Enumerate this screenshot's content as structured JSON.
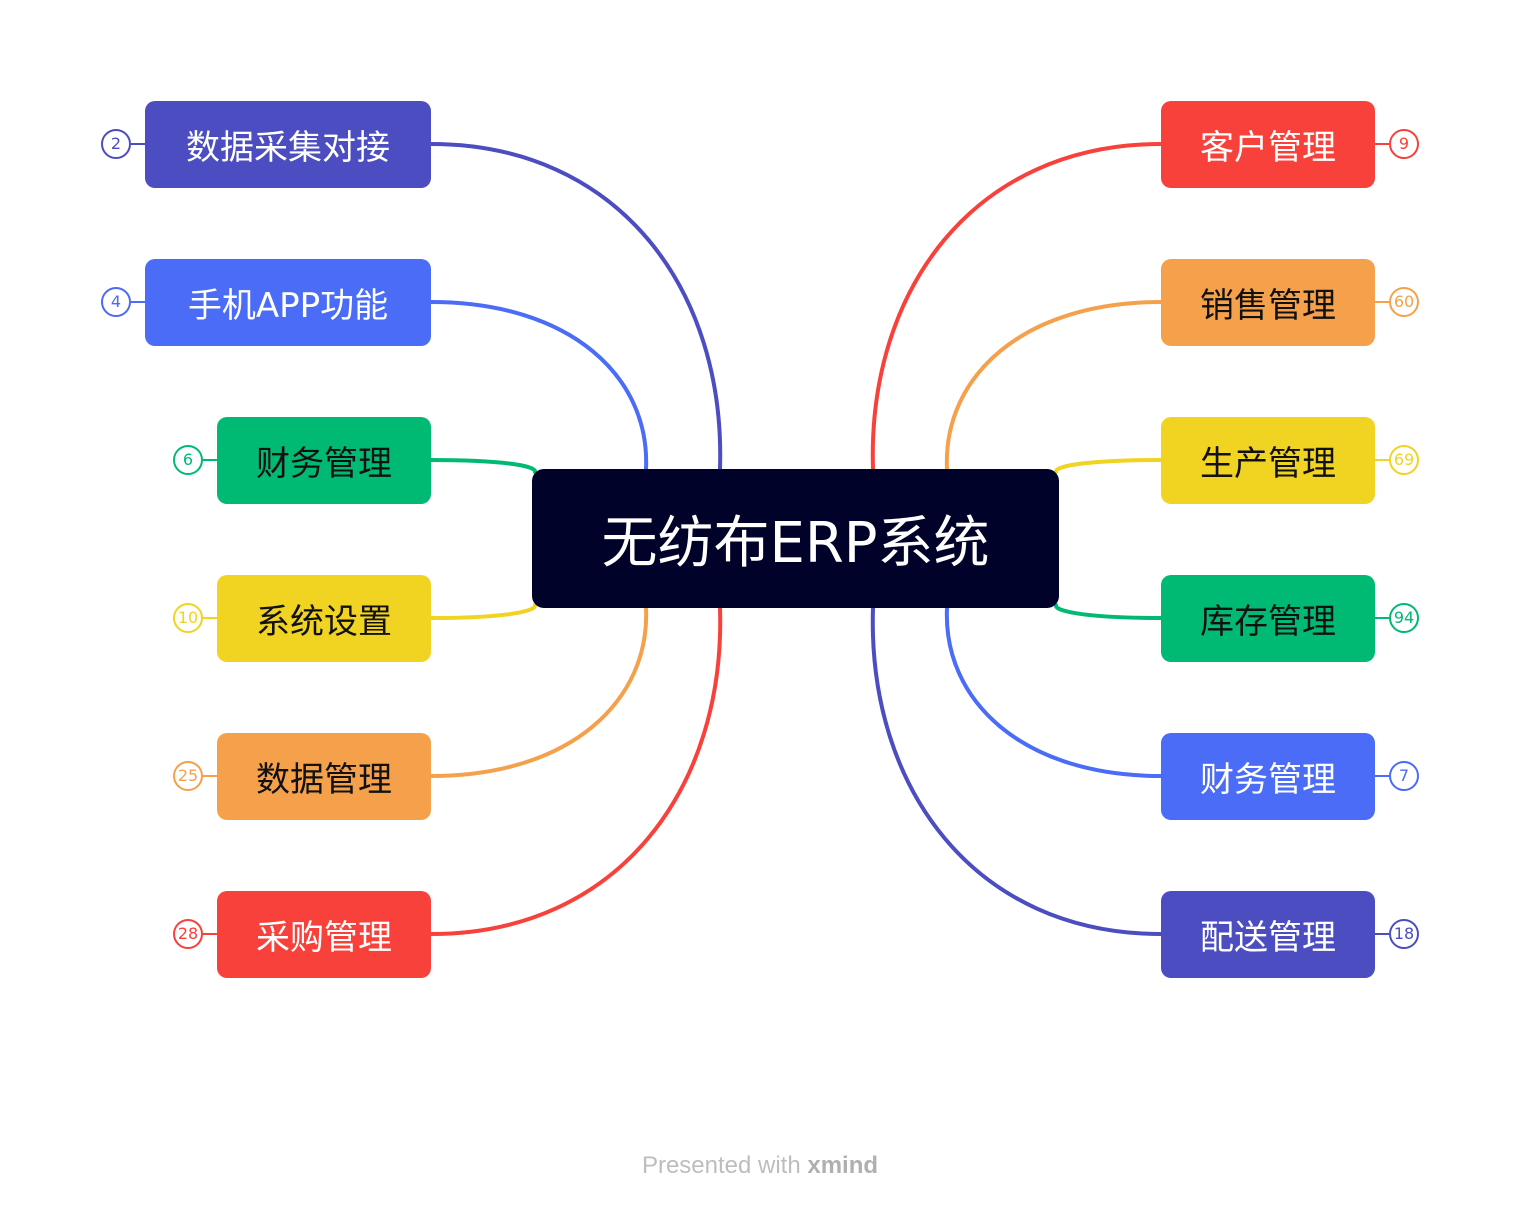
{
  "root": {
    "label": "无纺布ERP系统",
    "background": "#000229",
    "text_color": "#ffffff"
  },
  "left_topics": [
    {
      "label": "数据采集对接",
      "count": "2",
      "color": "#4B4DC0",
      "text_color": "#ffffff"
    },
    {
      "label": "手机APP功能",
      "count": "4",
      "color": "#4A6CF7",
      "text_color": "#ffffff"
    },
    {
      "label": "财务管理",
      "count": "6",
      "color": "#00BA74",
      "text_color": "#111111"
    },
    {
      "label": "系统设置",
      "count": "10",
      "color": "#F1D321",
      "text_color": "#111111"
    },
    {
      "label": "数据管理",
      "count": "25",
      "color": "#F5A14B",
      "text_color": "#111111"
    },
    {
      "label": "采购管理",
      "count": "28",
      "color": "#F8413A",
      "text_color": "#ffffff"
    }
  ],
  "right_topics": [
    {
      "label": "客户管理",
      "count": "9",
      "color": "#F8413A",
      "text_color": "#ffffff"
    },
    {
      "label": "销售管理",
      "count": "60",
      "color": "#F5A14B",
      "text_color": "#111111"
    },
    {
      "label": "生产管理",
      "count": "69",
      "color": "#F1D321",
      "text_color": "#111111"
    },
    {
      "label": "库存管理",
      "count": "94",
      "color": "#00BA74",
      "text_color": "#111111"
    },
    {
      "label": "财务管理",
      "count": "7",
      "color": "#4A6CF7",
      "text_color": "#ffffff"
    },
    {
      "label": "配送管理",
      "count": "18",
      "color": "#4B4DC0",
      "text_color": "#ffffff"
    }
  ],
  "footer": {
    "prefix": "Presented with ",
    "brand": "xmind"
  }
}
